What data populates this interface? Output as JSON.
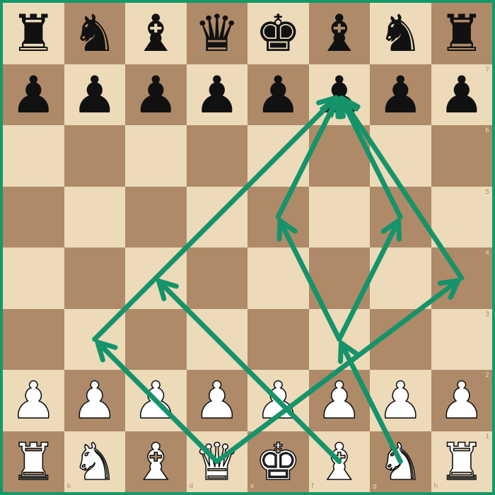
{
  "board": {
    "colors": {
      "light": "#ecdab9",
      "dark": "#ae8a68",
      "frame": "#149a68",
      "arrow": "#15936a"
    },
    "orientation": "white",
    "ranks": [
      "8",
      "7",
      "6",
      "5",
      "4",
      "3",
      "2",
      "1"
    ],
    "files": [
      "a",
      "b",
      "c",
      "d",
      "e",
      "f",
      "g",
      "h"
    ],
    "rank_coords_shown": [
      "7",
      "6",
      "5",
      "4",
      "3",
      "2",
      "1"
    ],
    "file_coords_shown": [
      "b",
      "d",
      "e",
      "f",
      "g",
      "h"
    ],
    "position": [
      [
        "bR",
        "bN",
        "bB",
        "bQ",
        "bK",
        "bB",
        "bN",
        "bR"
      ],
      [
        "bP",
        "bP",
        "bP",
        "bP",
        "bP",
        "bP",
        "bP",
        "bP"
      ],
      [
        "",
        "",
        "",
        "",
        "",
        "",
        "",
        ""
      ],
      [
        "",
        "",
        "",
        "",
        "",
        "",
        "",
        ""
      ],
      [
        "",
        "",
        "",
        "",
        "",
        "",
        "",
        ""
      ],
      [
        "",
        "",
        "",
        "",
        "",
        "",
        "",
        ""
      ],
      [
        "wP",
        "wP",
        "wP",
        "wP",
        "wP",
        "wP",
        "wP",
        "wP"
      ],
      [
        "wR",
        "wN",
        "wB",
        "wQ",
        "wK",
        "wB",
        "wN",
        "wR"
      ]
    ],
    "arrows": [
      {
        "from": "b3",
        "to": "f7"
      },
      {
        "from": "d1",
        "to": "b3"
      },
      {
        "from": "d1",
        "to": "h4"
      },
      {
        "from": "f1",
        "to": "c4"
      },
      {
        "from": "g1",
        "to": "f3"
      },
      {
        "from": "f3",
        "to": "e5"
      },
      {
        "from": "f3",
        "to": "g5"
      },
      {
        "from": "e5",
        "to": "f7"
      },
      {
        "from": "g5",
        "to": "f7"
      },
      {
        "from": "h4",
        "to": "f7"
      }
    ]
  }
}
